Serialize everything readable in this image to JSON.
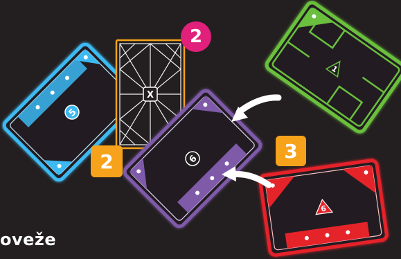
{
  "scene": {
    "cards": [
      {
        "id": "blue-card",
        "color": "#3cb9f2",
        "number": "5"
      },
      {
        "id": "orange-card",
        "color": "#f7a21b",
        "center_label": "X"
      },
      {
        "id": "purple-card",
        "color": "#7e5aa8",
        "number": "6"
      },
      {
        "id": "green-card",
        "color": "#6abf3e",
        "number": "1"
      },
      {
        "id": "red-card",
        "color": "#e5242a",
        "number": "6"
      }
    ],
    "badges": {
      "pink_number": "2",
      "pink_color": "#e0207b",
      "orange_left_number": "2",
      "orange_right_number": "3",
      "orange_color": "#f7a21b"
    }
  },
  "brand": {
    "text": "oveže"
  }
}
